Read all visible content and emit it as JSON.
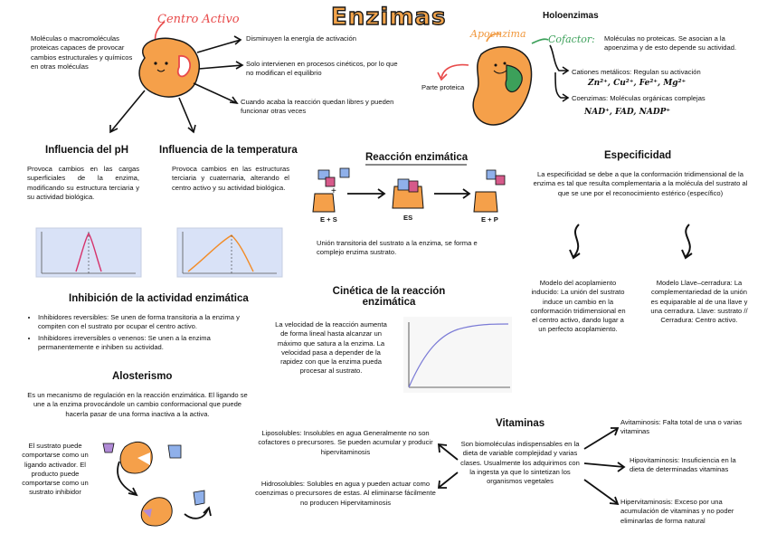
{
  "title": "Enzimas",
  "top_left": {
    "centro_activo_label": "Centro Activo",
    "definition": "Moléculas o macromoléculas proteicas capaces de provocar cambios estructurales y químicos en otras moléculas",
    "points": [
      "Disminuyen la energía de activación",
      "Solo intervienen en procesos cinéticos, por lo que no modifican el equilibrio",
      "Cuando acaba la reacción quedan libres y pueden funcionar otras veces"
    ]
  },
  "holoenzimas": {
    "title": "Holoenzimas",
    "apoenzima_label": "Apoenzima",
    "cofactor_label": "Cofactor:",
    "cofactor_text": "Moléculas no proteicas. Se asocian a la apoenzima y de esto depende su actividad.",
    "parte_proteica": "Parte proteica",
    "cationes_text": "Cationes metálicos: Regulan su activación",
    "cationes_formula": "Zn²⁺, Cu²⁺, Fe²⁺, Mg²⁺",
    "coenzimas_text": "Coenzimas: Moléculas orgánicas complejas",
    "coenzimas_formula": "NAD⁺, FAD, NADP⁺"
  },
  "ph": {
    "title": "Influencia del pH",
    "text": "Provoca cambios en las cargas superficiales de la enzima, modificando su estructura terciaria y su actividad biológica."
  },
  "temperatura": {
    "title": "Influencia de la temperatura",
    "text": "Provoca cambios en las estructuras terciaria y cuaternaria, alterando el centro activo y su actividad biológica."
  },
  "reaccion": {
    "title": "Reacción enzimática",
    "label_e_s": "E + S",
    "label_es": "ES",
    "label_e_p": "E + P",
    "text": "Unión transitoria del sustrato a la enzima, se forma e complejo enzima sustrato."
  },
  "especificidad": {
    "title": "Especificidad",
    "text": "La especificidad se debe a que la conformación tridimensional de la enzima es tal que resulta complementaria a la molécula del sustrato al que se une por el reconocimiento estérico (específico)",
    "acoplamiento": "Modelo del acoplamiento inducido: La unión del sustrato induce un cambio en la conformación tridimensional en el centro activo, dando lugar a un perfecto acoplamiento.",
    "llave": "Modelo Llave–cerradura: La complementariedad de la unión es equiparable al de una llave y una cerradura. Llave: sustrato // Cerradura: Centro activo."
  },
  "inhibicion": {
    "title": "Inhibición de la actividad enzimática",
    "items": [
      "Inhibidores reversibles: Se unen de forma transitoria a la enzima y compiten con el sustrato por ocupar el centro activo.",
      "Inhibidores irreversibles o venenos: Se unen a la enzima permanentemente e inhiben su actividad."
    ]
  },
  "cinetica": {
    "title": "Cinética de la reacción enzimática",
    "text": "La velocidad de la reacción aumenta de forma lineal hasta alcanzar un máximo que satura a la enzima. La velocidad pasa a depender de la rapidez con que la enzima pueda procesar al sustrato."
  },
  "alosterismo": {
    "title": "Alosterismo",
    "text": "Es un mecanismo de regulación en la reacción enzimática. El ligando se une a la enzima provocándole un cambio conformacional que puede hacerla pasar de una forma inactiva a la activa.",
    "side_text": "El sustrato puede comportarse como un ligando activador. El producto puede comportarse como un sustrato inhibidor"
  },
  "vitaminas": {
    "title": "Vitaminas",
    "center_text": "Son biomoléculas indispensables en la dieta de variable complejidad y varias clases. Usualmente los adquirimos con la ingesta ya que lo sintetizan los organismos vegetales",
    "liposolubles": "Liposolubles: Insolubles en agua Generalmente no son cofactores o precursores. Se pueden acumular y producir hipervitaminosis",
    "hidrosolubles": "Hidrosolubles: Solubles en agua y pueden actuar como coenzimas o precursores de estas. Al eliminarse fácilmente no producen Hipervitaminosis",
    "avitaminosis": "Avitaminosis: Falta total de una o varias vitaminas",
    "hipovitaminosis": "Hipovitaminosis: Insuficiencia en la dieta de determinadas vitaminas",
    "hipervitaminosis": "Hipervitaminosis: Exceso por una acumulación de vitaminas y no poder eliminarlas de forma natural"
  },
  "colors": {
    "enzyme_orange": "#f5a04a",
    "accent_red": "#e84a4a",
    "cofactor_green": "#3ca05a",
    "ph_curve": "#d6336c",
    "temp_curve": "#f28c28",
    "graph_bg": "#d9e2f7"
  }
}
